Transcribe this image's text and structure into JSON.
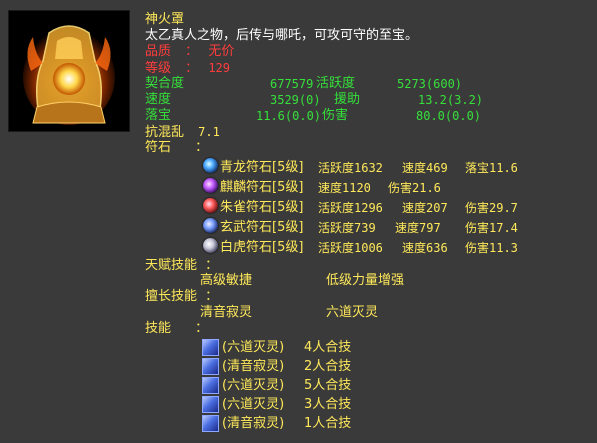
{
  "item": {
    "name": "神火罩",
    "description": "太乙真人之物，后传与哪吒，可攻可守的至宝。",
    "quality_label": "品质",
    "quality_sep": "：",
    "quality_value": "无价",
    "level_label": "等级",
    "level_sep": "：",
    "level_value": "129"
  },
  "stats": [
    {
      "label": "契合度",
      "value": "677579",
      "label2": "活跃度",
      "value2": "5273(600)"
    },
    {
      "label": "速度",
      "value": "3529(0)",
      "label2": "援助",
      "value2": "13.2(3.2)"
    },
    {
      "label": "落宝",
      "value": "11.6(0.0)",
      "label2": "伤害",
      "value2": "80.0(0.0)"
    }
  ],
  "chaos": {
    "label": "抗混乱",
    "value": "7.1"
  },
  "runes_label": "符石",
  "runes_sep": "：",
  "runes": [
    {
      "icon": "azure-dragon-rune-icon",
      "name": "青龙符石[5级]",
      "s1": "活跃度1632",
      "s2": "速度469",
      "s3": "落宝11.6"
    },
    {
      "icon": "qilin-rune-icon",
      "name": "麒麟符石[5级]",
      "s1": "速度1120",
      "s2": "伤害21.6",
      "s3": ""
    },
    {
      "icon": "vermilion-bird-rune-icon",
      "name": "朱雀符石[5级]",
      "s1": "活跃度1296",
      "s2": "速度207",
      "s3": "伤害29.7"
    },
    {
      "icon": "black-tortoise-rune-icon",
      "name": "玄武符石[5级]",
      "s1": "活跃度739",
      "s2": "速度797",
      "s3": "伤害17.4"
    },
    {
      "icon": "white-tiger-rune-icon",
      "name": "白虎符石[5级]",
      "s1": "活跃度1006",
      "s2": "速度636",
      "s3": "伤害11.3"
    }
  ],
  "talent": {
    "label": "天赋技能",
    "sep": "：",
    "skills": [
      "高级敏捷",
      "低级力量增强"
    ]
  },
  "specialty": {
    "label": "擅长技能",
    "sep": "：",
    "skills": [
      "清音寂灵",
      "六道灭灵"
    ]
  },
  "skills_label": "技能",
  "skills_sep": "：",
  "combo_skills": [
    {
      "icon": "skill-icon",
      "name": "(六道灭灵)",
      "desc": "4人合技"
    },
    {
      "icon": "skill-icon",
      "name": "(清音寂灵)",
      "desc": "2人合技"
    },
    {
      "icon": "skill-icon",
      "name": "(六道灭灵)",
      "desc": "5人合技"
    },
    {
      "icon": "skill-icon",
      "name": "(六道灭灵)",
      "desc": "3人合技"
    },
    {
      "icon": "skill-icon",
      "name": "(清音寂灵)",
      "desc": "1人合技"
    }
  ],
  "colors": {
    "yellow": "#ffe95a",
    "red": "#ff3c3c",
    "green": "#35e03a",
    "background": "#3a3a3a"
  }
}
